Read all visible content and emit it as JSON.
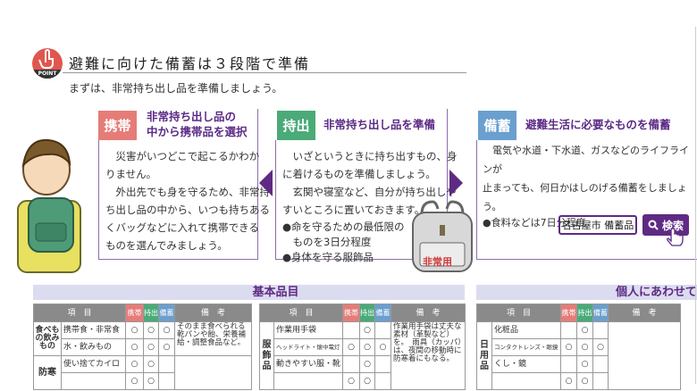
{
  "header": {
    "badge": "POINT",
    "title": "避難に向けた備蓄は３段階で準備",
    "subtitle": "まずは、非常持ち出し品を準備しましょう。"
  },
  "panels": [
    {
      "tag": "携帯",
      "color": "#e57c78",
      "title_lines": [
        "非常持ち出し品の",
        "中から携帯品を選択"
      ],
      "body": [
        "　災害がいつどこで起こるかわか",
        "りません。",
        "　外出先でも身を守るため、非常持",
        "ち出し品の中から、いつも持ちある",
        "くバッグなどに入れて携帯できる",
        "ものを選んでみましょう。"
      ]
    },
    {
      "tag": "持出",
      "color": "#4aaa78",
      "title_lines": [
        "非常持ち出し品を準備"
      ],
      "body": [
        "　いざというときに持ち出すもの、身",
        "に着けるものを準備しましょう。",
        "　玄関や寝室など、自分が持ち出しや",
        "すいところに置いておきます。"
      ],
      "bullets": [
        "●命を守るための最低限の",
        "　ものを3日分程度",
        "●身体を守る服飾品"
      ],
      "bag_label": "非常用"
    },
    {
      "tag": "備蓄",
      "color": "#6a9fcf",
      "title_lines": [
        "避難生活に必要なものを備蓄"
      ],
      "body": [
        "　電気や水道・下水道、ガスなどのライフラインが",
        "止まっても、何日かはしのげる備蓄をしましょう。"
      ],
      "bullets": [
        "●食料などは7日分程度"
      ]
    }
  ],
  "search": {
    "query": "名古屋市 備蓄品",
    "button": "検索"
  },
  "sections": {
    "basic": "基本品目",
    "personal": "個人にあわせて"
  },
  "table_headers": {
    "item": "項　目",
    "k": "携帯",
    "m": "持出",
    "b": "備蓄",
    "note": "備　考"
  },
  "tables": [
    {
      "groups": [
        {
          "label": "食べもの飲みもの",
          "rows": [
            {
              "item": "携帯食・非常食",
              "k": "○",
              "m": "○",
              "b": "○"
            },
            {
              "item": "水・飲みもの",
              "k": "○",
              "m": "○",
              "b": "○"
            }
          ],
          "note": "そのまま食べられる乾パンや飴、栄養補給・調整食品など。"
        },
        {
          "label": "防寒",
          "rows": [
            {
              "item": "使い捨てカイロ",
              "k": "○",
              "m": "○",
              "b": ""
            },
            {
              "item": "",
              "k": "○",
              "m": "○",
              "b": ""
            }
          ],
          "note": ""
        }
      ]
    },
    {
      "groups": [
        {
          "label": "服飾品",
          "rows": [
            {
              "item": "作業用手袋",
              "k": "",
              "m": "○",
              "b": ""
            },
            {
              "item": "ヘッドライト・懐中電灯",
              "k": "○",
              "m": "○",
              "b": "○"
            },
            {
              "item": "動きやすい服・靴",
              "k": "",
              "m": "○",
              "b": ""
            },
            {
              "item": "",
              "k": "○",
              "m": "○",
              "b": ""
            }
          ],
          "note": "作業用手袋は丈夫な素材（革製など）を。　雨具（カッパ）は、夜間の移動時に防寒着にもなる。"
        }
      ]
    },
    {
      "groups": [
        {
          "label": "日用品",
          "rows": [
            {
              "item": "化粧品",
              "k": "",
              "m": "○",
              "b": ""
            },
            {
              "item": "コンタクトレンズ・眼鏡",
              "k": "○",
              "m": "○",
              "b": "○"
            },
            {
              "item": "くし・鏡",
              "k": "",
              "m": "○",
              "b": ""
            },
            {
              "item": "",
              "k": "○",
              "m": "○",
              "b": ""
            }
          ],
          "note": ""
        }
      ]
    }
  ]
}
